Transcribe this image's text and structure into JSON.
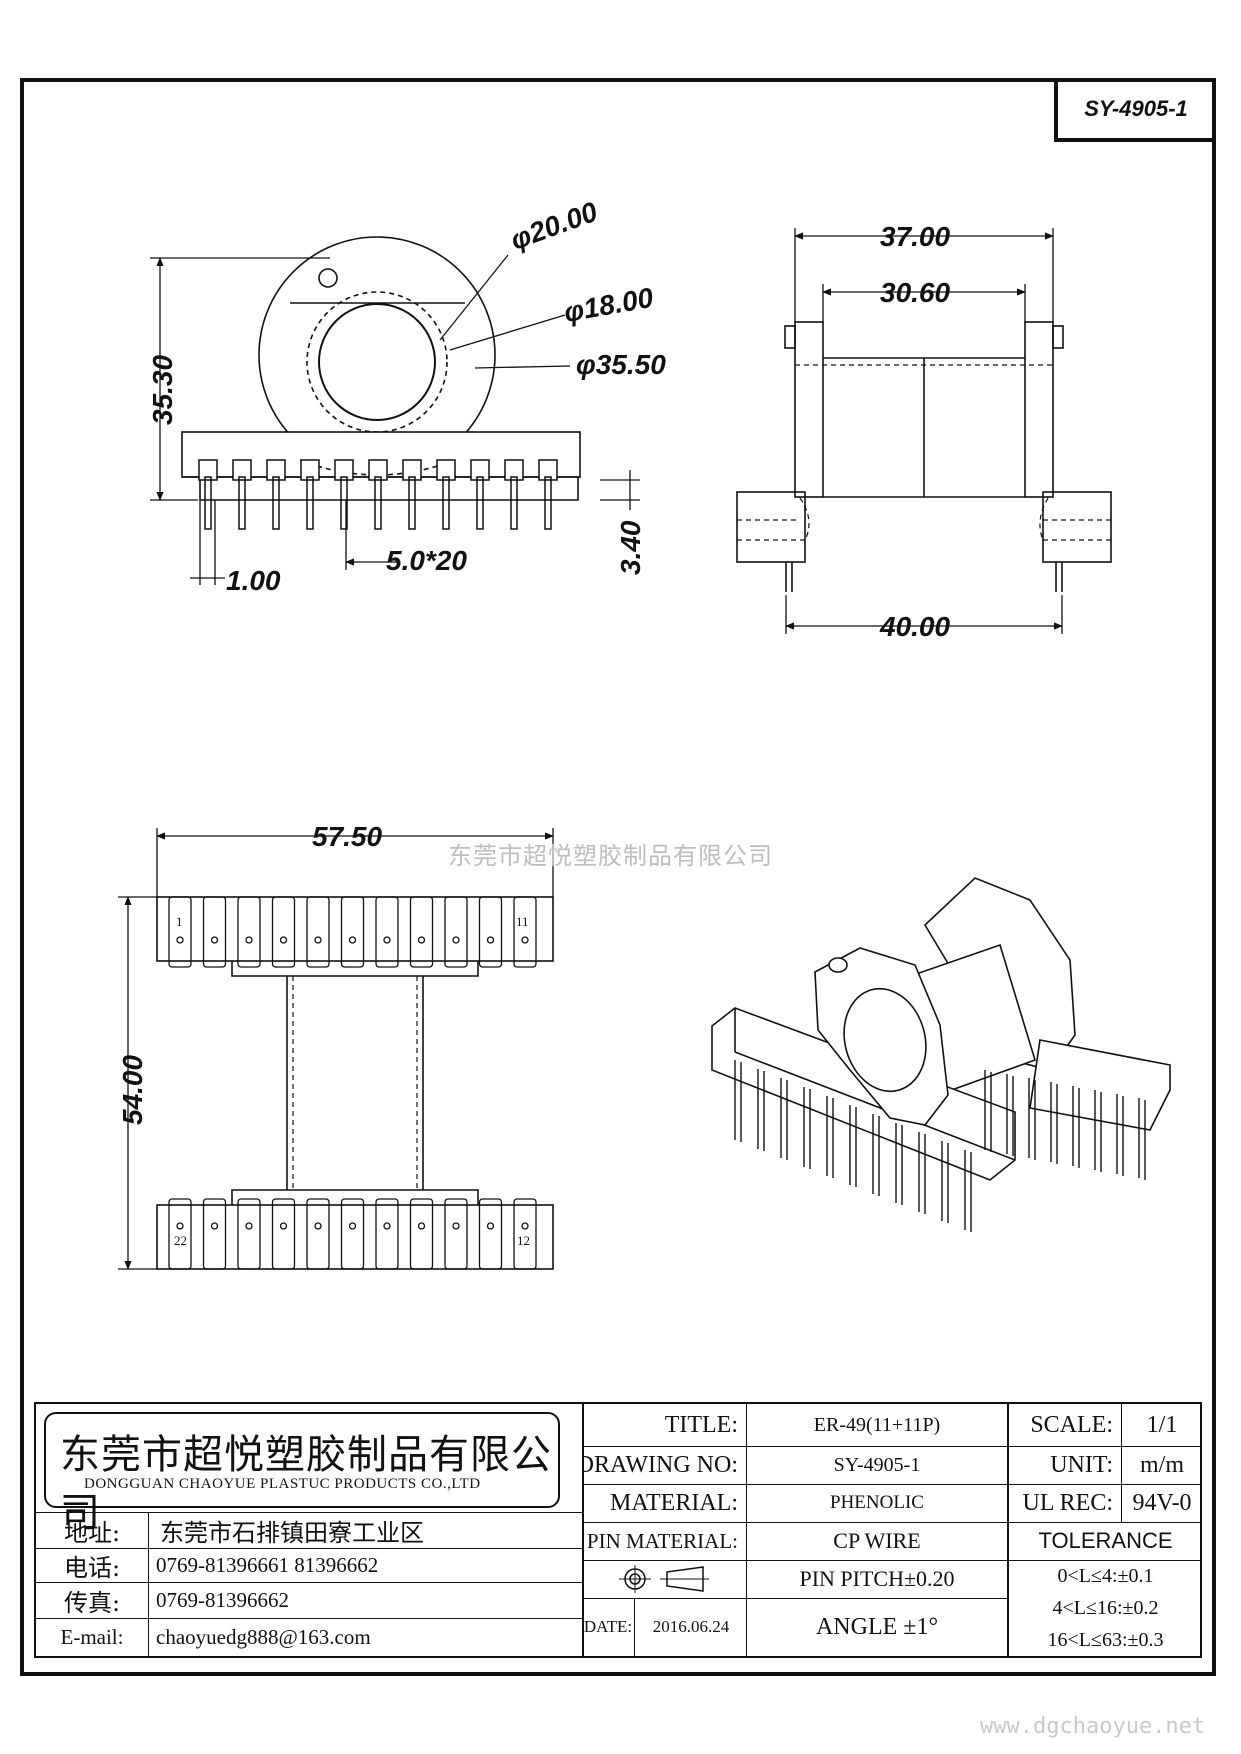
{
  "drawing_number": "SY-4905-1",
  "watermark": "东莞市超悦塑胶制品有限公司",
  "website": "www.dgchaoyue.net",
  "dimensions": {
    "phi_20": "φ20.00",
    "phi_18": "φ18.00",
    "phi_35": "φ35.50",
    "height_35_30": "35.30",
    "pin_width": "1.00",
    "pin_pitch_total": "5.0*20",
    "pin_stub": "3.40",
    "width_37": "37.00",
    "width_30_60": "30.60",
    "width_40": "40.00",
    "length_57_50": "57.50",
    "height_54": "54.00"
  },
  "pin_labels": {
    "p1": "1",
    "p11": "11",
    "p22": "22",
    "p12": "12"
  },
  "title_block": {
    "company_cn": "东莞市超悦塑胶制品有限公司",
    "company_en": "DONGGUAN CHAOYUE PLASTUC PRODUCTS CO.,LTD",
    "address_label": "地址:",
    "address_value": "东莞市石排镇田寮工业区",
    "phone_label": "电话:",
    "phone_value": "0769-81396661  81396662",
    "fax_label": "传真:",
    "fax_value": "0769-81396662",
    "email_label": "E-mail:",
    "email_value": "chaoyuedg888@163.com",
    "title_label": "TITLE:",
    "title_value": "ER-49(11+11P)",
    "drawing_no_label": "DRAWING NO:",
    "drawing_no_value": "SY-4905-1",
    "material_label": "MATERIAL:",
    "material_value": "PHENOLIC",
    "pin_material_label": "PIN MATERIAL:",
    "pin_material_value": "CP WIRE",
    "pin_pitch": "PIN PITCH±0.20",
    "date_label": "DATE:",
    "date_value": "2016.06.24",
    "angle": "ANGLE  ±1°",
    "scale_label": "SCALE:",
    "scale_value": "1/1",
    "unit_label": "UNIT:",
    "unit_value": "m/m",
    "ul_label": "UL REC:",
    "ul_value": "94V-0",
    "tolerance_label": "TOLERANCE",
    "tol_1": "0<L≤4:±0.1",
    "tol_2": "4<L≤16:±0.2",
    "tol_3": "16<L≤63:±0.3"
  }
}
